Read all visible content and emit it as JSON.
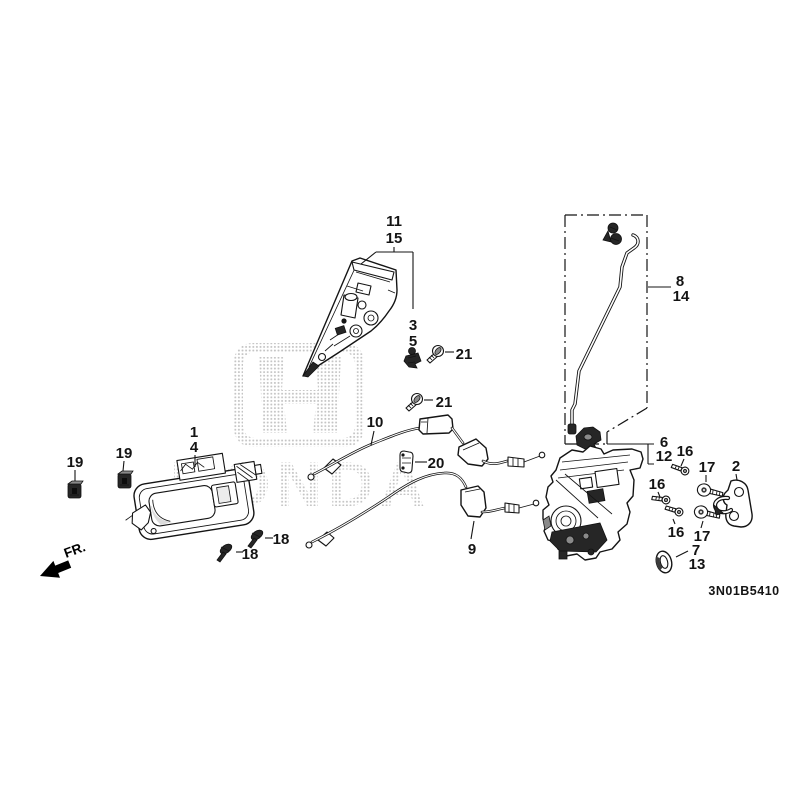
{
  "diagram": {
    "code": "3N01B5410",
    "fr_label": "FR.",
    "background": "#ffffff",
    "line_color": "#141414",
    "watermark": {
      "brand": "HONDA",
      "badge_letter": "H",
      "color": "#c4c4c4"
    },
    "callouts": [
      {
        "ref": "11"
      },
      {
        "ref": "15"
      },
      {
        "ref": "3"
      },
      {
        "ref": "5"
      },
      {
        "ref": "21"
      },
      {
        "ref": "21"
      },
      {
        "ref": "10"
      },
      {
        "ref": "20"
      },
      {
        "ref": "9"
      },
      {
        "ref": "1"
      },
      {
        "ref": "4"
      },
      {
        "ref": "19"
      },
      {
        "ref": "19"
      },
      {
        "ref": "18"
      },
      {
        "ref": "18"
      },
      {
        "ref": "8"
      },
      {
        "ref": "14"
      },
      {
        "ref": "6"
      },
      {
        "ref": "12"
      },
      {
        "ref": "16"
      },
      {
        "ref": "16"
      },
      {
        "ref": "16"
      },
      {
        "ref": "17"
      },
      {
        "ref": "17"
      },
      {
        "ref": "2"
      },
      {
        "ref": "7"
      },
      {
        "ref": "13"
      }
    ]
  }
}
